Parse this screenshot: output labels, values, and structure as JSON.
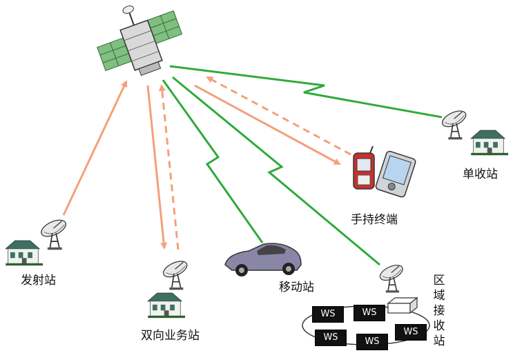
{
  "labels": {
    "transmit_station": "发射站",
    "two_way_station": "双向业务站",
    "mobile_station": "移动站",
    "handheld_terminal": "手持终端",
    "receive_only_station": "单收站",
    "regional_receive_station": "区域接收站"
  },
  "lan": {
    "workstations": [
      "WS",
      "WS",
      "WS",
      "WS",
      "WS"
    ]
  },
  "colors": {
    "uplink": "#f4a07a",
    "downlink": "#2eaa3a",
    "satellite_panel": "#7fbf7f",
    "house_wall": "#eef3ee",
    "house_roof": "#3f6f63",
    "car_body": "#8a86a8"
  },
  "icons": [
    "satellite-icon",
    "dish-antenna-icon",
    "house-icon",
    "car-icon",
    "mobile-phone-icon",
    "pda-icon",
    "server-icon"
  ]
}
